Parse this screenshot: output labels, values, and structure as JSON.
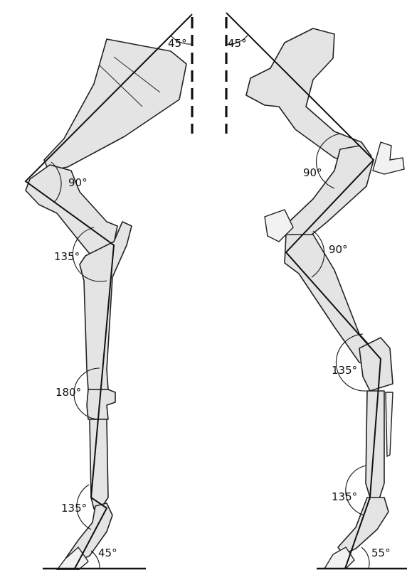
{
  "angles": {
    "fore_shoulder_vertical": "45°",
    "fore_elbow": "90°",
    "fore_knee": "135°",
    "fore_fetlock_straight": "180°",
    "fore_pastern": "135°",
    "fore_hoof": "45°",
    "hind_hip_vertical": "45°",
    "hind_stifle": "90°",
    "hind_hock": "90°",
    "hind_hock_lower": "135°",
    "hind_pastern": "135°",
    "hind_hoof": "55°"
  },
  "colors": {
    "ink": "#111111",
    "bone_fill": "#e4e4e4",
    "background": "#ffffff"
  }
}
